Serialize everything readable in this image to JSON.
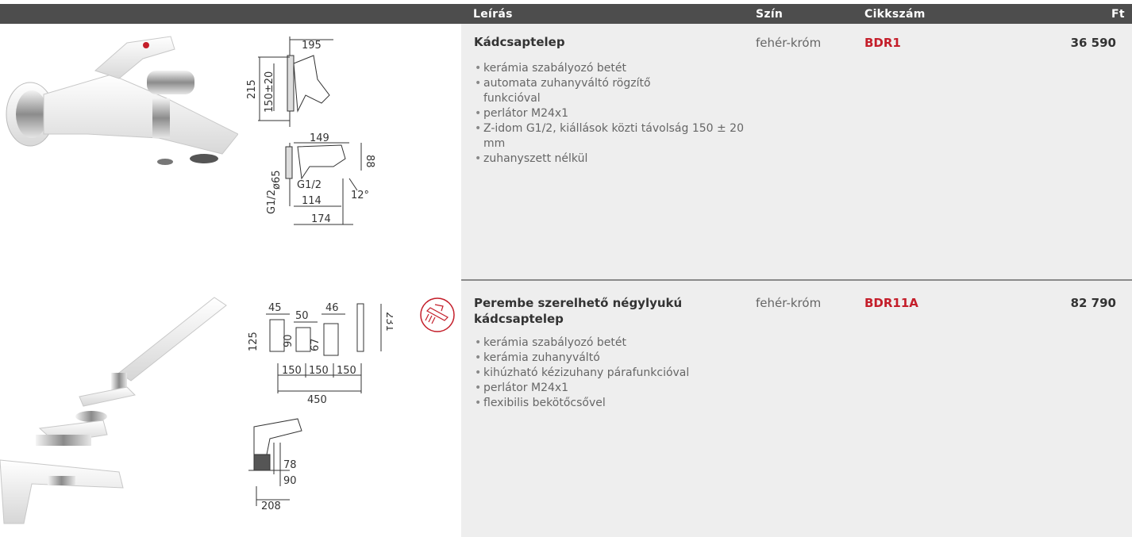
{
  "header": {
    "col_description": "Leírás",
    "col_color": "Szín",
    "col_code": "Cikkszám",
    "col_price": "Ft"
  },
  "products": [
    {
      "name": "Kádcsaptelep",
      "color": "fehér-króm",
      "code": "BDR1",
      "price": "36 590",
      "features": [
        "kerámia szabályozó betét",
        "automata zuhanyváltó rögzítő funkcióval",
        "perlátor M24x1",
        "Z-idom G1/2, kiállások közti távolság 150 ± 20 mm",
        "zuhanyszett nélkül"
      ],
      "dims": {
        "d195": "195",
        "d215": "215",
        "d150_20": "150±20",
        "d149": "149",
        "d88": "88",
        "d65": "ø65",
        "g12a": "G1/2",
        "g12b": "G1/2",
        "angle": "12°",
        "d114": "114",
        "d174": "174"
      }
    },
    {
      "name": "Perembe szerelhető négylyukú kádcsaptelep",
      "color": "fehér-króm",
      "code": "BDR11A",
      "price": "82 790",
      "features": [
        "kerámia szabályozó betét",
        "kerámia zuhanyváltó",
        "kihúzható kézizuhany párafunkcióval",
        "perlátor M24x1",
        "flexibilis bekötőcsővel"
      ],
      "dims": {
        "d45": "45",
        "d50": "50",
        "d46": "46",
        "d231": "231",
        "d125": "125",
        "d90a": "90",
        "d67": "67",
        "d150a": "150",
        "d150b": "150",
        "d150c": "150",
        "d450": "450",
        "d78": "78",
        "d90b": "90",
        "d208": "208"
      }
    }
  ]
}
